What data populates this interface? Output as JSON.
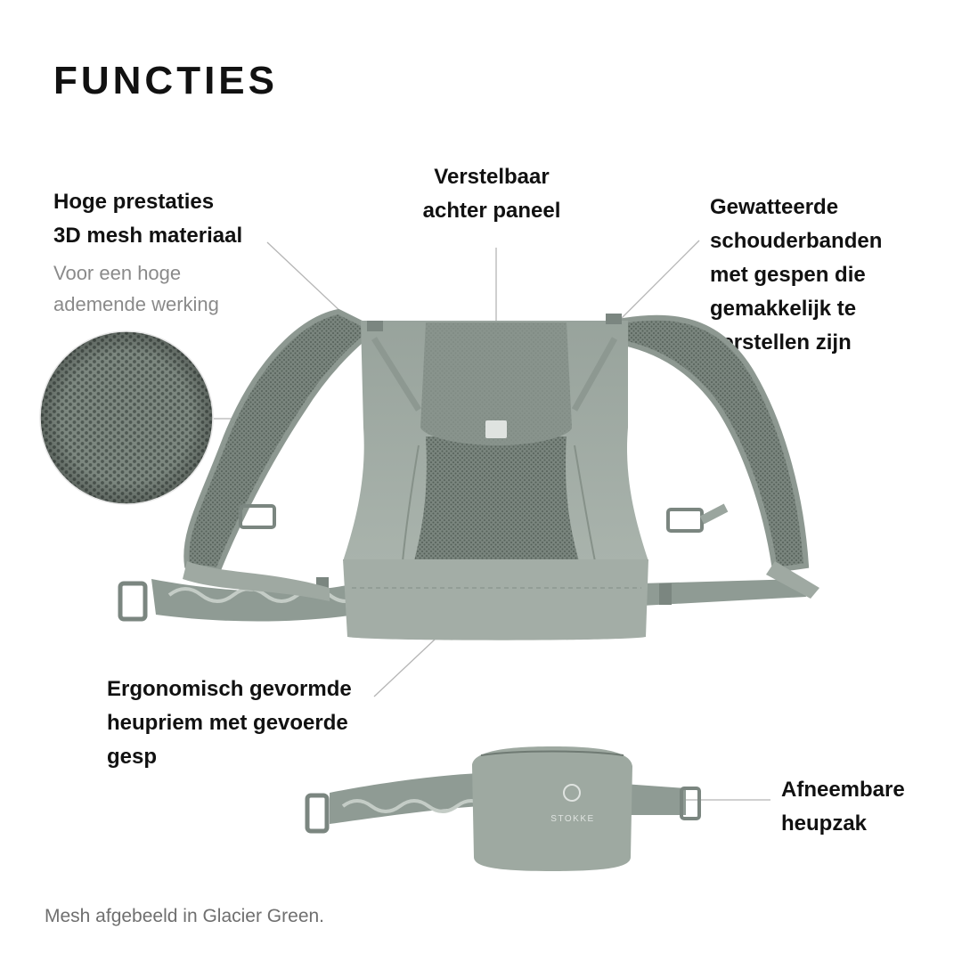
{
  "title": "FUNCTIES",
  "callouts": {
    "mesh": {
      "heading_line1": "Hoge prestaties",
      "heading_line2": "3D mesh materiaal",
      "sub_line1": "Voor een hoge",
      "sub_line2": "ademende werking"
    },
    "back_panel": {
      "line1": "Verstelbaar",
      "line2": "achter paneel"
    },
    "shoulder": {
      "line1": "Gewatteerde",
      "line2": "schouderbanden",
      "line3": "met gespen die",
      "line4": "gemakkelijk te",
      "line5": "verstellen zijn"
    },
    "waist": {
      "line1": "Ergonomisch gevormde",
      "line2": "heupriem met gevoerde",
      "line3": "gesp"
    },
    "pouch": {
      "line1": "Afneembare",
      "line2": "heupzak"
    }
  },
  "brand": {
    "pouch_logo_text": "STOKKE"
  },
  "footnote": "Mesh afgebeeld in Glacier Green.",
  "colors": {
    "fabric": "#9aa59e",
    "fabric_dark": "#6f7a73",
    "mesh": "#5f6a63",
    "text": "#111111",
    "muted": "#8a8a8a",
    "leader": "#b5b5b5"
  }
}
